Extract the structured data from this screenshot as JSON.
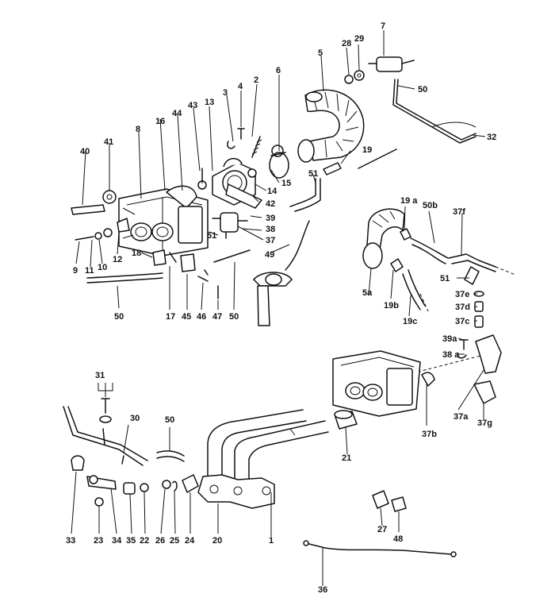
{
  "callouts": [
    {
      "id": "1",
      "text": "1"
    },
    {
      "id": "2",
      "text": "2"
    },
    {
      "id": "3",
      "text": "3"
    },
    {
      "id": "4",
      "text": "4"
    },
    {
      "id": "5",
      "text": "5"
    },
    {
      "id": "5a",
      "text": "5a"
    },
    {
      "id": "6",
      "text": "6"
    },
    {
      "id": "7",
      "text": "7"
    },
    {
      "id": "8",
      "text": "8"
    },
    {
      "id": "9",
      "text": "9"
    },
    {
      "id": "10",
      "text": "10"
    },
    {
      "id": "11",
      "text": "11"
    },
    {
      "id": "12",
      "text": "12"
    },
    {
      "id": "13",
      "text": "13"
    },
    {
      "id": "14",
      "text": "14"
    },
    {
      "id": "15",
      "text": "15"
    },
    {
      "id": "16",
      "text": "16"
    },
    {
      "id": "17",
      "text": "17"
    },
    {
      "id": "18",
      "text": "18"
    },
    {
      "id": "19",
      "text": "19"
    },
    {
      "id": "19a",
      "text": "19 a"
    },
    {
      "id": "19b",
      "text": "19b"
    },
    {
      "id": "19c",
      "text": "19c"
    },
    {
      "id": "20",
      "text": "20"
    },
    {
      "id": "21",
      "text": "21"
    },
    {
      "id": "22",
      "text": "22"
    },
    {
      "id": "23",
      "text": "23"
    },
    {
      "id": "24",
      "text": "24"
    },
    {
      "id": "25",
      "text": "25"
    },
    {
      "id": "26",
      "text": "26"
    },
    {
      "id": "27",
      "text": "27"
    },
    {
      "id": "28",
      "text": "28"
    },
    {
      "id": "29",
      "text": "29"
    },
    {
      "id": "30",
      "text": "30"
    },
    {
      "id": "31",
      "text": "31"
    },
    {
      "id": "32",
      "text": "32"
    },
    {
      "id": "33",
      "text": "33"
    },
    {
      "id": "34",
      "text": "34"
    },
    {
      "id": "35",
      "text": "35"
    },
    {
      "id": "36",
      "text": "36"
    },
    {
      "id": "37",
      "text": "37"
    },
    {
      "id": "37a",
      "text": "37a"
    },
    {
      "id": "37b",
      "text": "37b"
    },
    {
      "id": "37c",
      "text": "37c"
    },
    {
      "id": "37d",
      "text": "37d"
    },
    {
      "id": "37e",
      "text": "37e"
    },
    {
      "id": "37f",
      "text": "37f"
    },
    {
      "id": "37g",
      "text": "37g"
    },
    {
      "id": "38",
      "text": "38"
    },
    {
      "id": "38a",
      "text": "38 a"
    },
    {
      "id": "39",
      "text": "39"
    },
    {
      "id": "39a",
      "text": "39a"
    },
    {
      "id": "40",
      "text": "40"
    },
    {
      "id": "41",
      "text": "41"
    },
    {
      "id": "42",
      "text": "42"
    },
    {
      "id": "43",
      "text": "43"
    },
    {
      "id": "44",
      "text": "44"
    },
    {
      "id": "45",
      "text": "45"
    },
    {
      "id": "46",
      "text": "46"
    },
    {
      "id": "47",
      "text": "47"
    },
    {
      "id": "48",
      "text": "48"
    },
    {
      "id": "49",
      "text": "49"
    },
    {
      "id": "50_top",
      "text": "50"
    },
    {
      "id": "50_left",
      "text": "50"
    },
    {
      "id": "50_mid",
      "text": "50"
    },
    {
      "id": "50_low",
      "text": "50"
    },
    {
      "id": "50b",
      "text": "50b"
    },
    {
      "id": "51_top",
      "text": "51"
    },
    {
      "id": "51_mid",
      "text": "51"
    },
    {
      "id": "51_right",
      "text": "51"
    }
  ]
}
